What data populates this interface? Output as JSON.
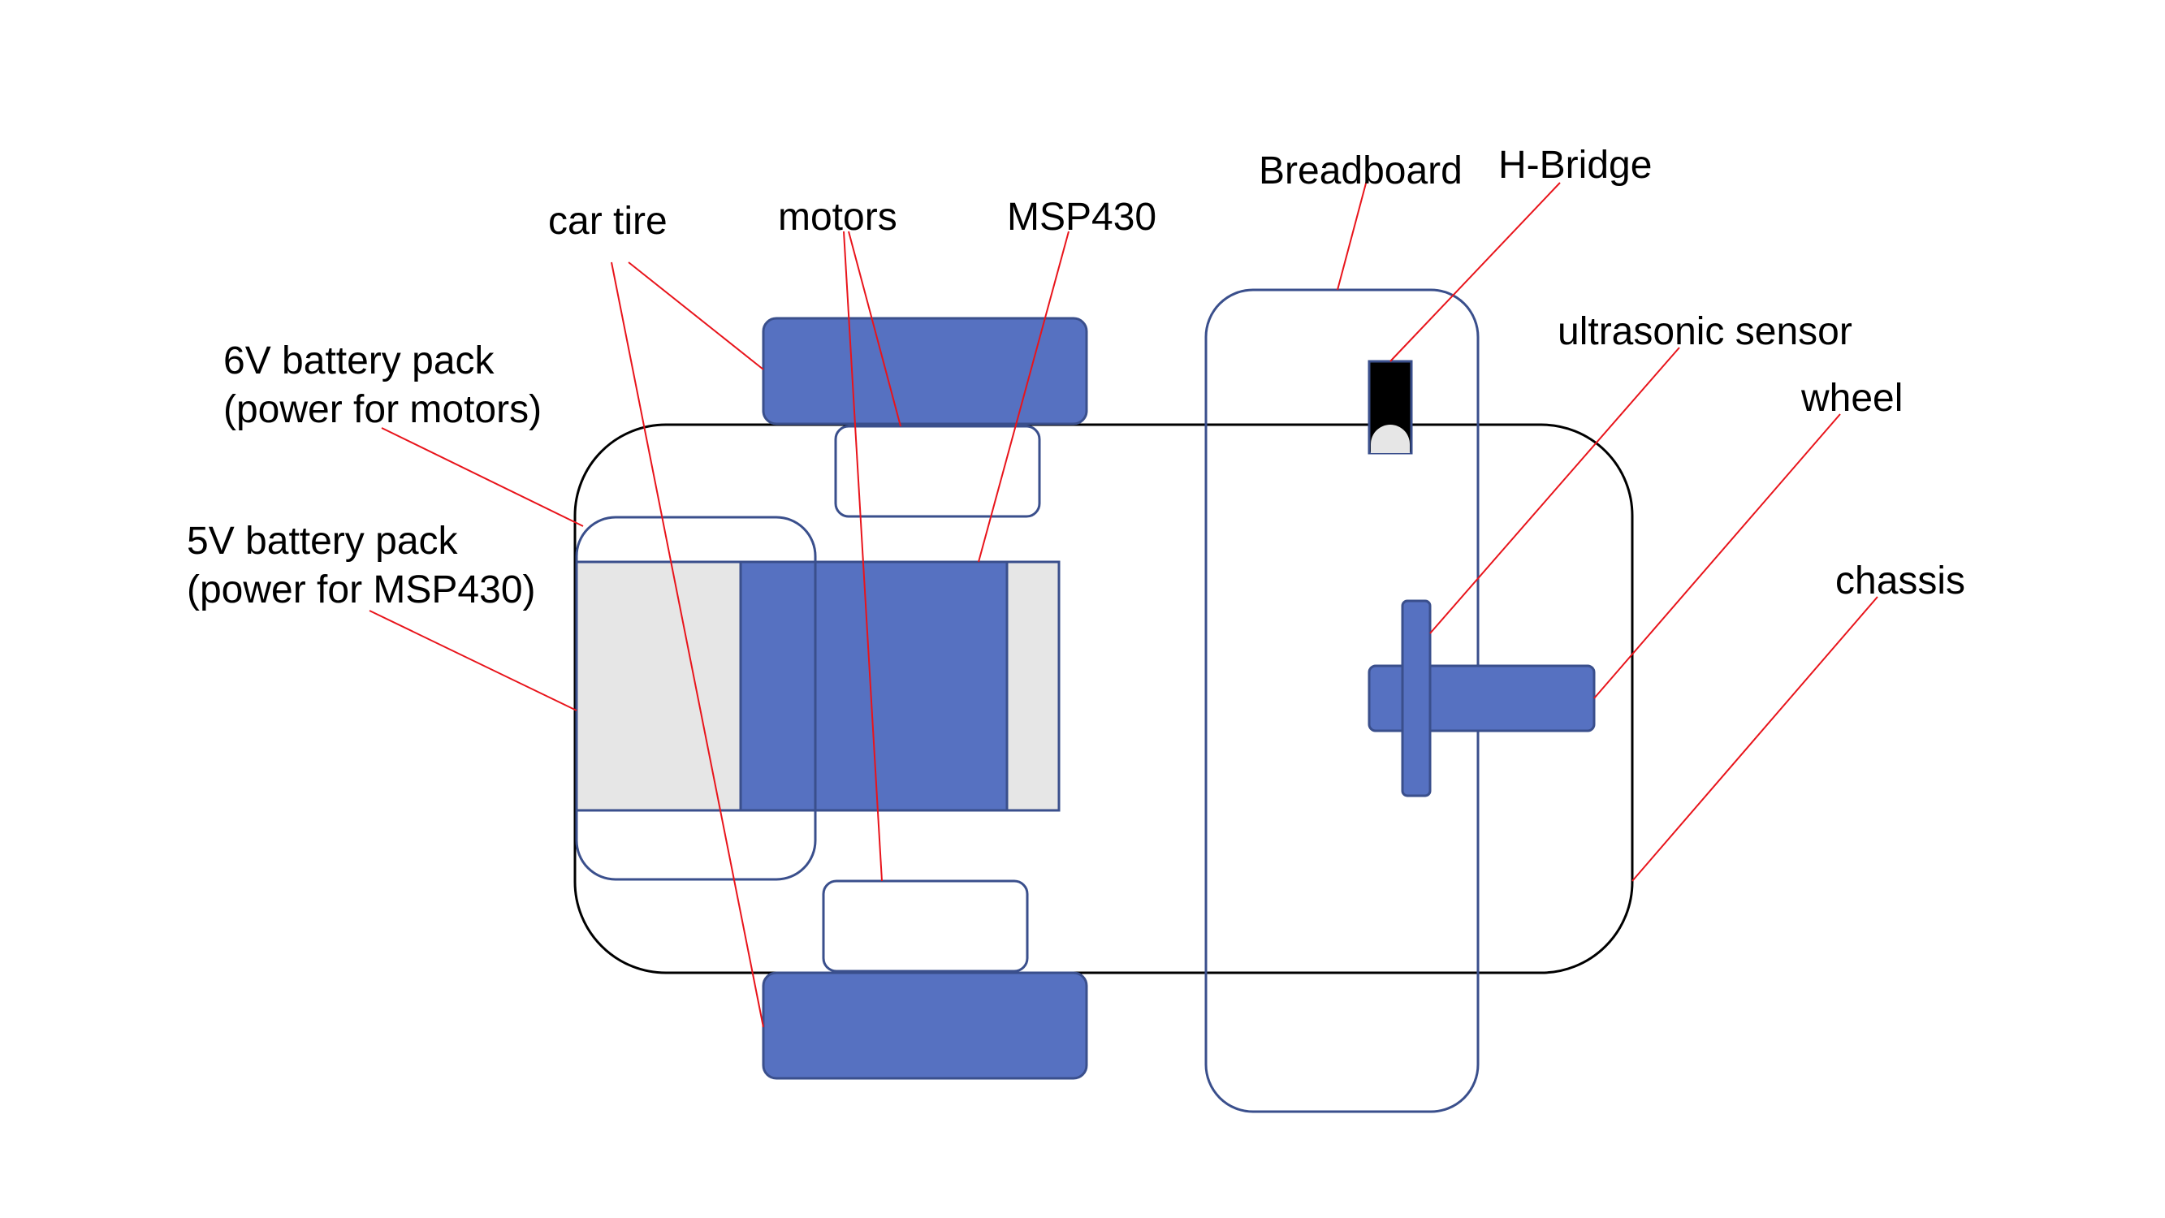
{
  "colors": {
    "component_blue": "#5671c1",
    "outline_blue": "#3a4f8c",
    "battery_gray": "#e6e6e6",
    "leader_red": "#e8141b",
    "chassis_outline": "#000000",
    "sensor_black": "#000000"
  },
  "labels": {
    "car_tire": "car tire",
    "motors": "motors",
    "msp430": "MSP430",
    "breadboard": "Breadboard",
    "h_bridge": "H-Bridge",
    "ultrasonic_sensor": "ultrasonic sensor",
    "wheel": "wheel",
    "chassis": "chassis",
    "battery_6v_line1": "6V battery pack",
    "battery_6v_line2": "(power for motors)",
    "battery_5v_line1": "5V battery pack",
    "battery_5v_line2": "(power for MSP430)"
  }
}
